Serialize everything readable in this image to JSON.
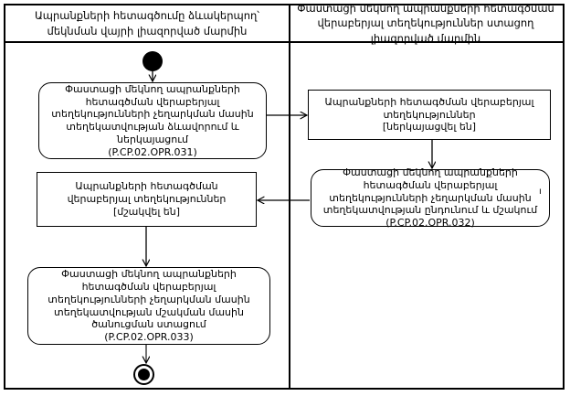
{
  "diagram": {
    "type": "activity-swimlane",
    "colors": {
      "line": "#000000",
      "background": "#ffffff",
      "text": "#000000"
    },
    "lanes": {
      "left": {
        "title": "Ապրանքների հետագծումը ձևակերպող՝ մեկնման վայրի լիազորված մարմին"
      },
      "right": {
        "title": "Փաստացի մեկնող ապրանքների հետագծման վերաբերյալ տեղեկություններ ստացող լիազորված մարմին"
      }
    },
    "nodes": {
      "activity1": {
        "text": "Փաստացի մեկնող ապրանքների հետագծման վերաբերյալ տեղեկությունների չեղարկման մասին տեղեկատվության ձևավորում և ներկայացում",
        "code": "(P.CP.02.OPR.031)"
      },
      "object1": {
        "text": "Ապրանքների հետագծման վերաբերյալ տեղեկություններ",
        "state": "[ներկայացվել են]"
      },
      "activity2": {
        "text": "Փաստացի մեկնող ապրանքների հետագծման վերաբերյալ տեղեկությունների չեղարկման մասին տեղեկատվության ընդունում և մշակում",
        "code": "(P.CP.02.OPR.032)"
      },
      "object2": {
        "text": "Ապրանքների հետագծման վերաբերյալ տեղեկություններ",
        "state": "[մշակվել են]"
      },
      "activity3": {
        "text": "Փաստացի մեկնող ապրանքների հետագծման վերաբերյալ տեղեկությունների չեղարկման մասին տեղեկատվության մշակման մասին ծանուցման ստացում",
        "code": "(P.CP.02.OPR.033)"
      }
    },
    "stray_mark": "ı"
  }
}
